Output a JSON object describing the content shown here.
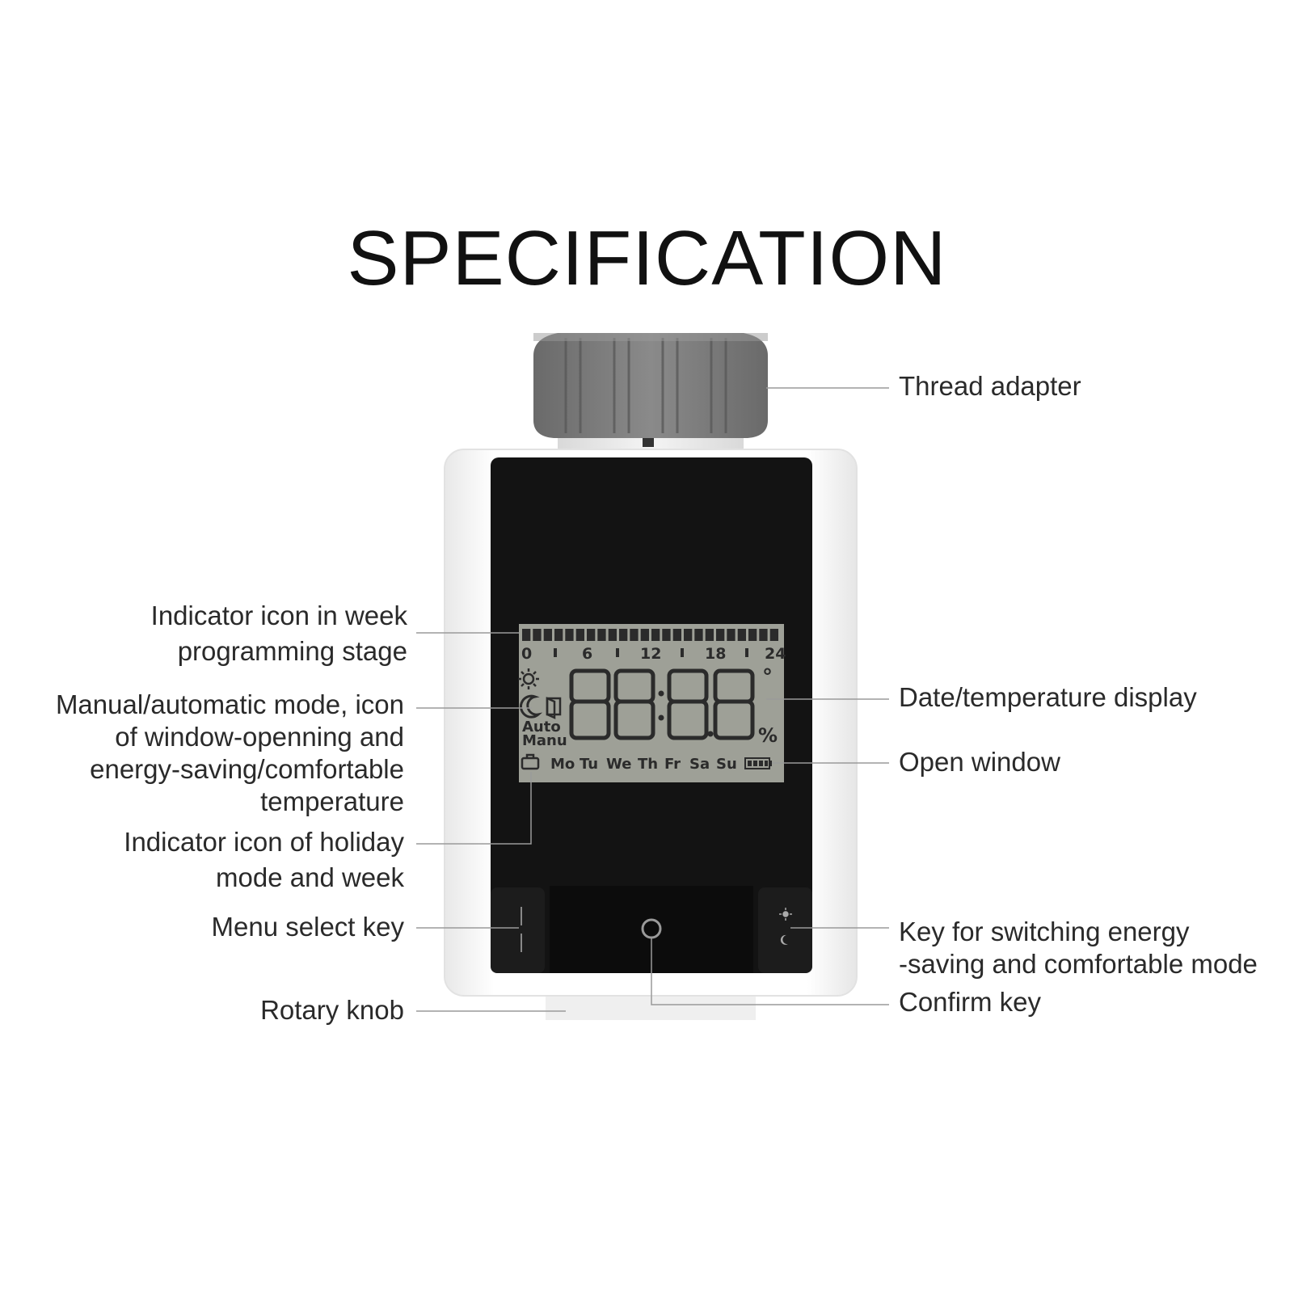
{
  "title": "SPECIFICATION",
  "lcd": {
    "hours": [
      "0",
      "6",
      "12",
      "18",
      "24"
    ],
    "digits": "88:8.8",
    "degree": "°",
    "percent": "%",
    "mode_auto": "Auto",
    "mode_manu": "Manu",
    "days": [
      "Mo",
      "Tu",
      "We",
      "Th",
      "Fr",
      "Sa",
      "Su"
    ]
  },
  "labels": {
    "thread_adapter": "Thread adapter",
    "indicator_week": [
      "Indicator icon in week",
      "programming stage"
    ],
    "manual_auto": [
      "Manual/automatic mode, icon",
      "of window-openning and",
      "energy-saving/comfortable",
      "temperature"
    ],
    "holiday": [
      "Indicator icon of holiday",
      "mode and week"
    ],
    "menu_key": "Menu select key",
    "rotary_knob": "Rotary knob",
    "date_temp": "Date/temperature display",
    "open_window": "Open window",
    "switch_key": [
      "Key for switching energy",
      "-saving and comfortable mode"
    ],
    "confirm_key": "Confirm key"
  },
  "colors": {
    "panel": "#131313",
    "lcd": "#9ea097",
    "knob": "#7b7b7b",
    "body": "#f7f7f7"
  }
}
